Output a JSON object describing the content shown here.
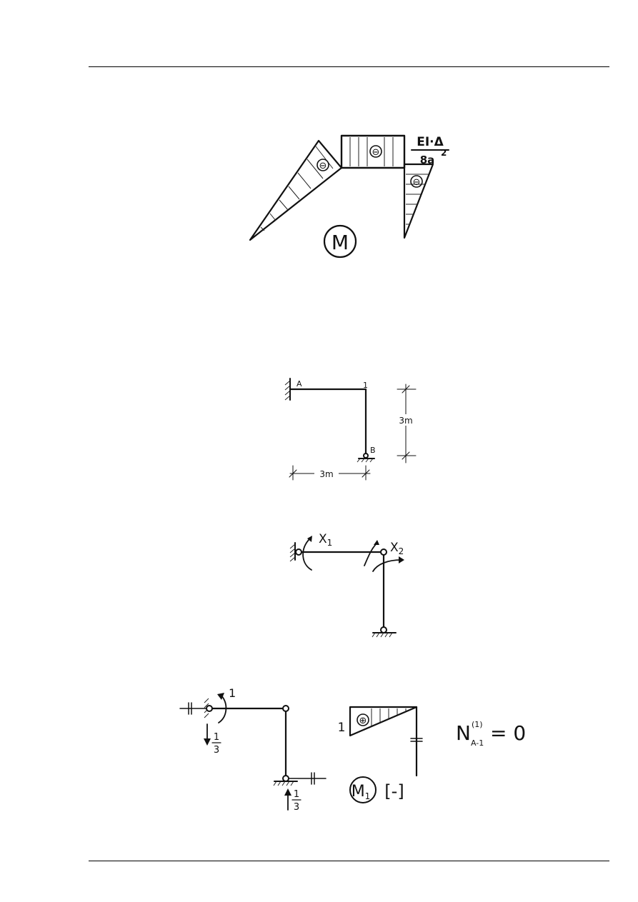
{
  "fig_moment": {
    "label": "M",
    "scale_num": "EI·Δ",
    "scale_den": "8a",
    "scale_exp": "2",
    "signs": [
      "⊖",
      "⊖",
      "⊖"
    ]
  },
  "fig_frame": {
    "node_a": "A",
    "node_1": "1",
    "node_b": "B",
    "dim_vertical": "3m",
    "dim_horizontal": "3m"
  },
  "fig_unknowns": {
    "x1_base": "X",
    "x1_sub": "1",
    "x2_base": "X",
    "x2_sub": "2"
  },
  "fig_unit": {
    "moment_label": "1",
    "reaction_top_num": "1",
    "reaction_top_den": "3",
    "reaction_bottom_num": "1",
    "reaction_bottom_den": "3"
  },
  "fig_m1": {
    "ordinate": "1",
    "sign": "⊕",
    "label_base": "M",
    "label_sub": "1",
    "unit": "[-]"
  },
  "fig_normal": {
    "base": "N",
    "sup": "(1)",
    "sub": "A-1",
    "equals": "= 0"
  }
}
